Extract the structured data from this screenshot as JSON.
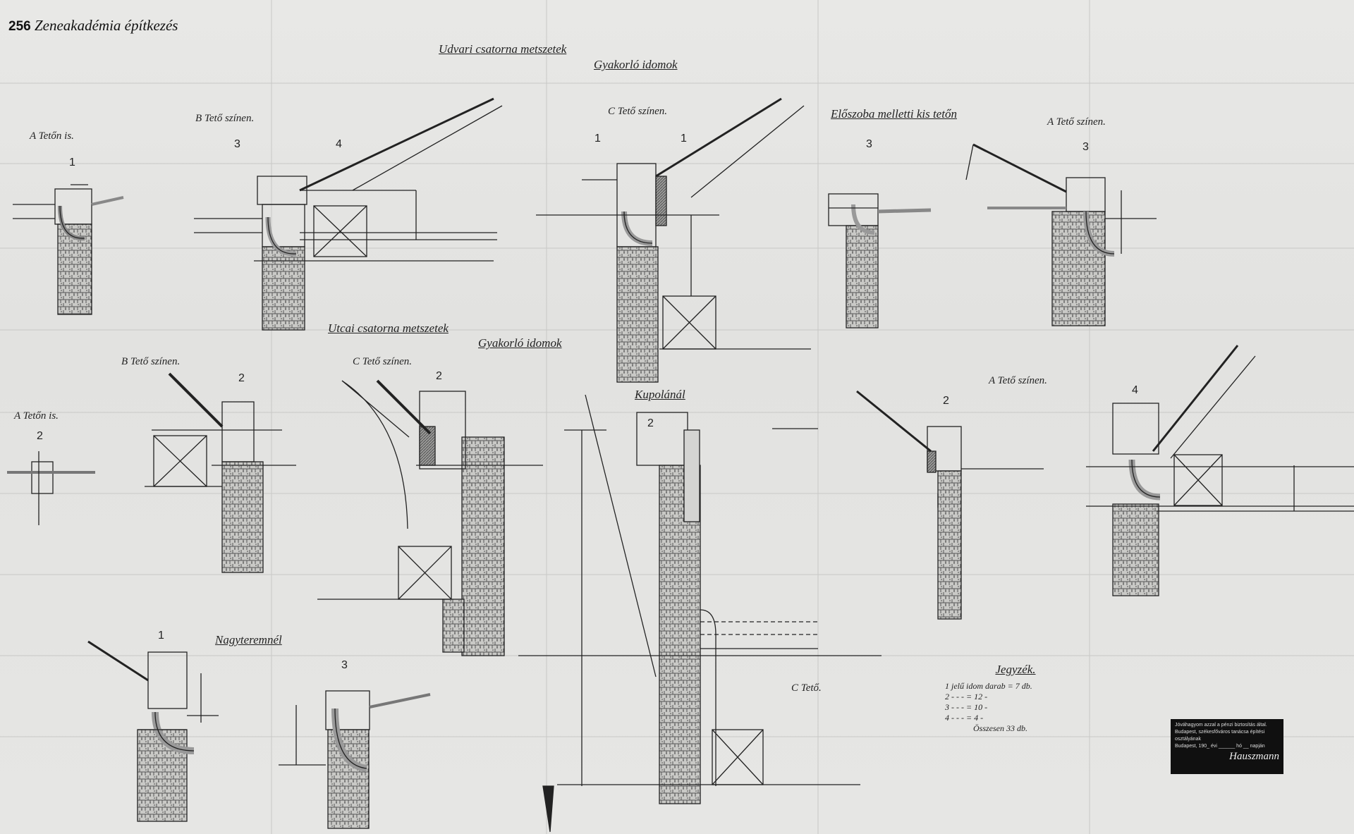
{
  "title": {
    "page_number": "256",
    "text": "Zeneakadémia építkezés"
  },
  "headings": {
    "udvari_ereszcsatorna": "Udvari csatorna metszetek",
    "gyakorlo_idomok_top": "Gyakorló idomok",
    "utcai_metszetek": "Utcai csatorna metszetek",
    "gyakorlo_idomok_mid": "Gyakorló idomok",
    "nagyterem": "Nagyteremnél",
    "kupolanal": "Kupolánál",
    "orgyterem": "Előszoba melletti kis tetőn"
  },
  "section_labels": {
    "a_tetoin_1": "A Tetőn is.",
    "b_teto_szinen_1": "B Tető színen.",
    "c_teto_szinen_1": "C Tető színen.",
    "a_teto_szinen_1": "A Tető színen.",
    "b_teto_szinen_2": "B Tető színen.",
    "c_teto_szinen_2": "C Tető színen.",
    "a_tetoin_2": "A Tetőn is.",
    "a_teto_szinen_2": "A Tető színen.",
    "c_teto": "C Tető."
  },
  "detail_numbers": {
    "n1": "1",
    "n2": "3",
    "n3": "4",
    "n4": "1",
    "n5": "1",
    "n6": "3",
    "n7": "3",
    "n8": "2",
    "n9": "2",
    "n10": "2",
    "n11": "2",
    "n12": "2",
    "n13": "4",
    "n14": "1",
    "n15": "3"
  },
  "legend": {
    "title": "Jegyzék.",
    "rows": [
      "1 jelű idom darab = 7 db.",
      "2 - - - = 12 -",
      "3 - - - = 10 -",
      "4 - - - = 4 -",
      "Összesen 33 db."
    ]
  },
  "stamp": {
    "line1": "Jóváhagyom azzal a pénzi biztosítás által.",
    "line2": "Budapest, székesfőváros tanácsa építési osztályának",
    "line3": "Budapest, 190_ évi ______ hó __ napján",
    "signature": "Hauszmann"
  }
}
